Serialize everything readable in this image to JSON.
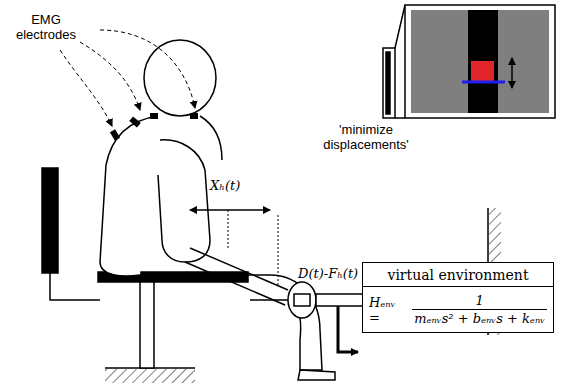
{
  "diagram": {
    "nodes": [
      {
        "text": [
          "virtual environment",
          "Hₑₙᵥ =",
          "1",
          "mₑₙᵥs² + bₑₙᵥs + kₑₙᵥ"
        ]
      }
    ],
    "labels": [
      "EMG electrodes",
      "Xₕ(t)",
      "D(t)-Fₕ(t)",
      "'minimize displacements'"
    ]
  }
}
